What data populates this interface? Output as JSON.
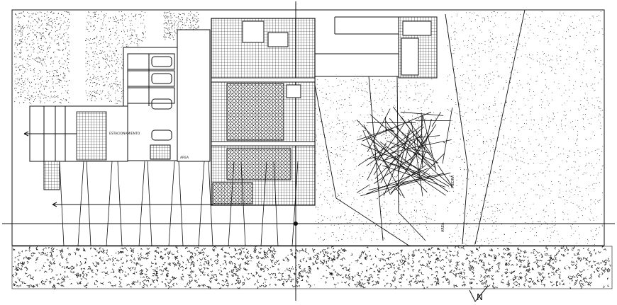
{
  "drawing": {
    "type": "architectural site plan",
    "north_label": "N",
    "labels": {
      "parking": "ESTACIONAMIENTO",
      "area_left": "AREA",
      "piedra": "PIEDRA",
      "area_right": "AREA"
    },
    "colors": {
      "line": "#111111",
      "background": "#ffffff"
    }
  }
}
